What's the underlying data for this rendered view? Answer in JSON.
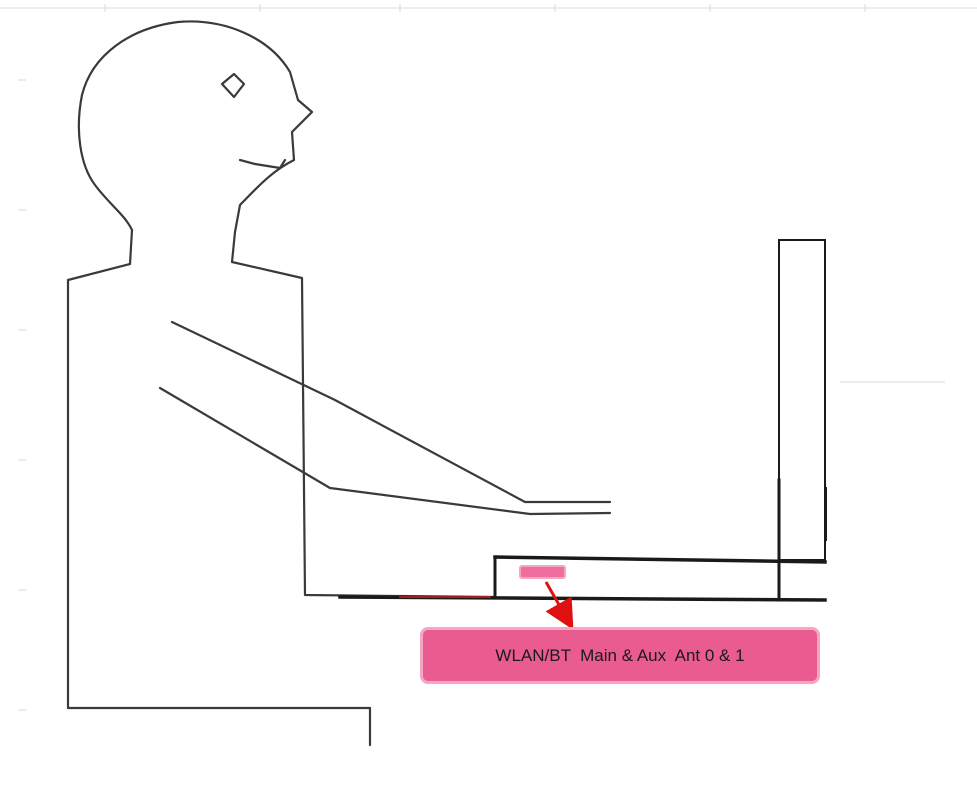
{
  "callout": {
    "label": "WLAN/BT  Main & Aux  Ant 0 & 1"
  },
  "colors": {
    "line": "#3a3a3a",
    "callout_fill": "#ea5b8f",
    "callout_border": "#f5a6c3",
    "antenna_marker": "#f06e9e",
    "arrow": "#e01010",
    "accent_red": "#d02020"
  },
  "icons": {
    "person": "seated-person-figure",
    "laptop": "laptop-side-view",
    "antenna": "antenna-marker",
    "arrow": "pointer-arrow"
  }
}
